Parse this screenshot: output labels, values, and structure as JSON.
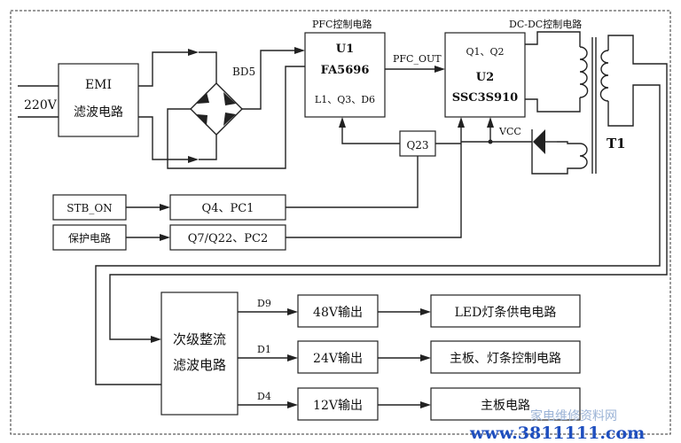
{
  "blocks": {
    "emi": {
      "line1": "EMI",
      "line2": "滤波电路"
    },
    "input": {
      "label": "220V"
    },
    "bridge": {
      "label": "BD5"
    },
    "pfc": {
      "caption": "PFC控制电路",
      "ic": "U1",
      "part": "FA5696",
      "parts": "L1、Q3、D6"
    },
    "pfc_out": {
      "label": "PFC_OUT"
    },
    "dcdc": {
      "caption": "DC-DC控制电路",
      "switches": "Q1、Q2",
      "ic": "U2",
      "part": "SSC3S910"
    },
    "q23": {
      "label": "Q23"
    },
    "vcc": {
      "label": "VCC"
    },
    "transformer": {
      "label": "T1"
    },
    "stb_on": {
      "label": "STB_ON"
    },
    "q4pc1": {
      "label": "Q4、PC1"
    },
    "protect": {
      "label": "保护电路"
    },
    "q7": {
      "label": "Q7/Q22、PC2"
    },
    "rectifier": {
      "line1": "次级整流",
      "line2": "滤波电路"
    }
  },
  "outputs": [
    {
      "diode": "D9",
      "voltage": "48V输出",
      "load": "LED灯条供电电路"
    },
    {
      "diode": "D1",
      "voltage": "24V输出",
      "load": "主板、灯条控制电路"
    },
    {
      "diode": "D4",
      "voltage": "12V输出",
      "load": "主板电路"
    }
  ],
  "watermark": {
    "text1": "家电维修资料网",
    "text2": "www.3811111.com"
  }
}
